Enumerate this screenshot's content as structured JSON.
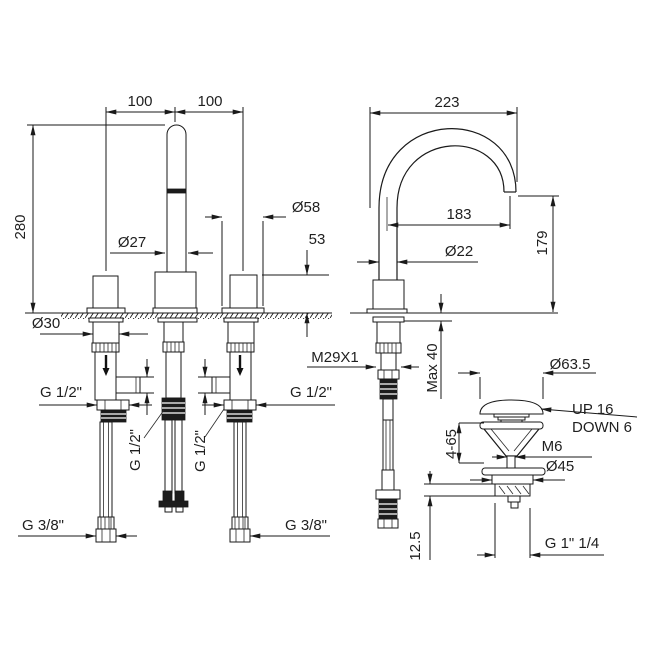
{
  "front_view": {
    "spacing_left": "100",
    "spacing_right": "100",
    "spout_height": "280",
    "spout_diameter": "Ø27",
    "handle_diameter": "Ø58",
    "handle_height": "53",
    "valve_body_diameter": "Ø30",
    "valve_left_thread": "G 1/2\"",
    "valve_right_thread": "G 1/2\"",
    "hose_left_thread": "G 1/2\"",
    "hose_right_thread": "G 1/2\"",
    "supply_left_thread": "G 3/8\"",
    "supply_right_thread": "G 3/8\""
  },
  "side_view": {
    "overall_reach": "223",
    "spout_reach": "183",
    "tube_diameter": "Ø22",
    "outlet_height": "179",
    "shank_thread": "M29X1",
    "max_deck_thickness": "Max 40"
  },
  "drain_view": {
    "cap_diameter": "Ø63.5",
    "travel_up": "UP 16",
    "travel_down": "DOWN 6",
    "clamping_range": "4-65",
    "rod_thread": "M6",
    "flange_diameter": "Ø45",
    "body_height": "12.5",
    "waste_thread": "G 1\" 1/4"
  }
}
